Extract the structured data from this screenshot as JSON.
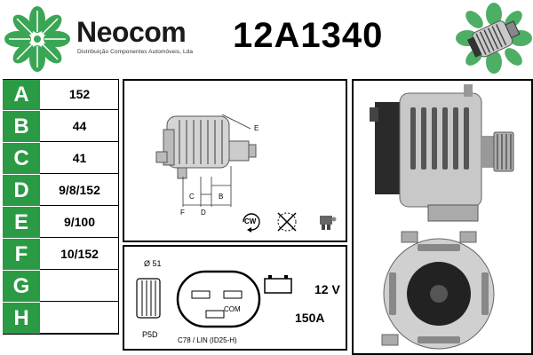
{
  "header": {
    "brand": "Neocom",
    "brand_subtitle": "Distribuição Componentes Automóveis, Lda",
    "part_number": "12A1340"
  },
  "specs": [
    {
      "letter": "A",
      "value": "152"
    },
    {
      "letter": "B",
      "value": "44"
    },
    {
      "letter": "C",
      "value": "41"
    },
    {
      "letter": "D",
      "value": "9/8/152"
    },
    {
      "letter": "E",
      "value": "9/100"
    },
    {
      "letter": "F",
      "value": "10/152"
    },
    {
      "letter": "G",
      "value": ""
    },
    {
      "letter": "H",
      "value": ""
    }
  ],
  "diagram": {
    "labels": {
      "e": "E",
      "c": "C",
      "b": "B",
      "f": "F",
      "d": "D"
    },
    "rotation": "CW"
  },
  "electrical": {
    "pulley_diameter": "Ø 51",
    "pulley_type": "P5D",
    "connector_label": "COM",
    "connector_code": "C78 / LIN (ID25-H)",
    "voltage": "12 V",
    "amperage": "150A"
  },
  "colors": {
    "brand_green": "#2a9a45",
    "logo_green": "#3aa655"
  },
  "icons": {
    "logo": "clover-logo-icon",
    "thumbnail": "alternator-thumbnail-icon",
    "rotation": "rotation-cw-icon",
    "no_fan": "crossed-fan-icon",
    "regulator": "regulator-icon"
  }
}
